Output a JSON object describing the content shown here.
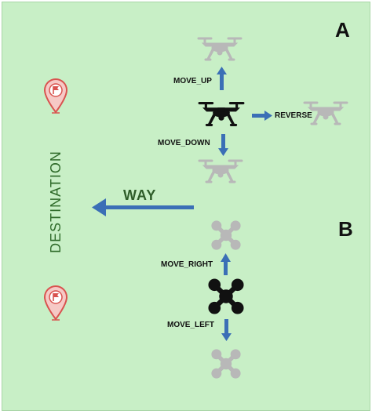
{
  "panels": {
    "a": "A",
    "b": "B"
  },
  "labels": {
    "move_up": "MOVE_UP",
    "move_down": "MOVE_DOWN",
    "reverse": "REVERSE",
    "move_right": "MOVE_RIGHT",
    "move_left": "MOVE_LEFT",
    "way": "WAY",
    "destination": "DESTINATION"
  },
  "colors": {
    "background": "#c8efc6",
    "arrow": "#3b6fb6",
    "pin": "#d9534f",
    "pin_fill": "#f6c9c6",
    "drone_active": "#111111",
    "drone_ghost": "#b8b8b8"
  },
  "icons": {
    "pin": "location-flag-pin-icon",
    "quad_side": "quadcopter-side-icon",
    "quad_top": "quadcopter-top-icon"
  }
}
